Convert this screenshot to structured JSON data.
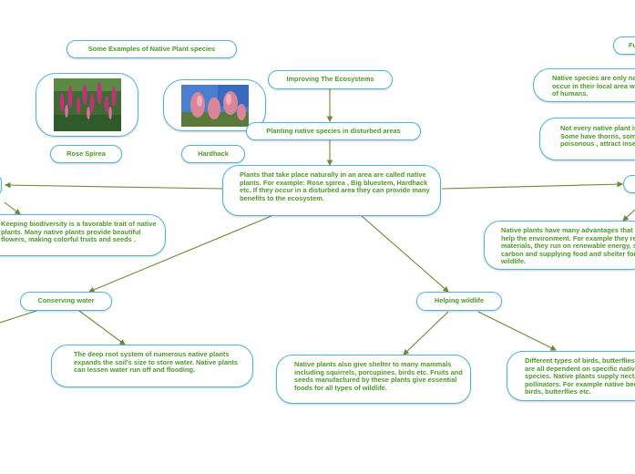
{
  "nodes": {
    "examples_title": "Some Examples of Native Plant species",
    "rose_spirea": "Rose Spirea",
    "hardhack": "Hardhack",
    "improving": "Improving The Ecosystems",
    "planting": "Planting native species in disturbed areas",
    "center": "Plants that take place naturally in an area are called native plants. For example: Rose spirea , Big bluestem, Hardhack etc. If they occur in a disturbed area they can provide many benefits to the ecosystem.",
    "biodiversity": "Keeping biodiversity is a favorable trait of native plants. Many native plants provide beautiful flowers, making colorful fruits and seeds .",
    "conserving": "Conserving water",
    "deep_root": "The deep root system of numerous native plants expands the soil's size to store water. Native plants can lessen water run off and flooding.",
    "helping": "Helping wildlife",
    "shelter": "Native plants also give shelter to many mammals including squirrels, porcupines, birds etc. Fruits and seeds manufactured by these plants give essential foods for all types of wildlife.",
    "birds": "Different types of birds, butterflies and moths are all dependent on specific native plant species. Native plants supply nectar for pollinators. For example native bees, humming birds, butterflies etc.",
    "advantages": "Native plants have many advantages that can help the environment. For example they recycle materials, they run on renewable energy, storing carbon and supplying food and shelter for wildlife.",
    "fu": "Fu",
    "native_only": "Native species are only native if they occur in their local area without the help of humans.",
    "not_every": "Not every native plant is desirable. Some have thorns, some are poisonous , attract insects."
  },
  "colors": {
    "border": "#4fb3dd",
    "text": "#4c9a2a",
    "connector": "#6b8a3a"
  }
}
